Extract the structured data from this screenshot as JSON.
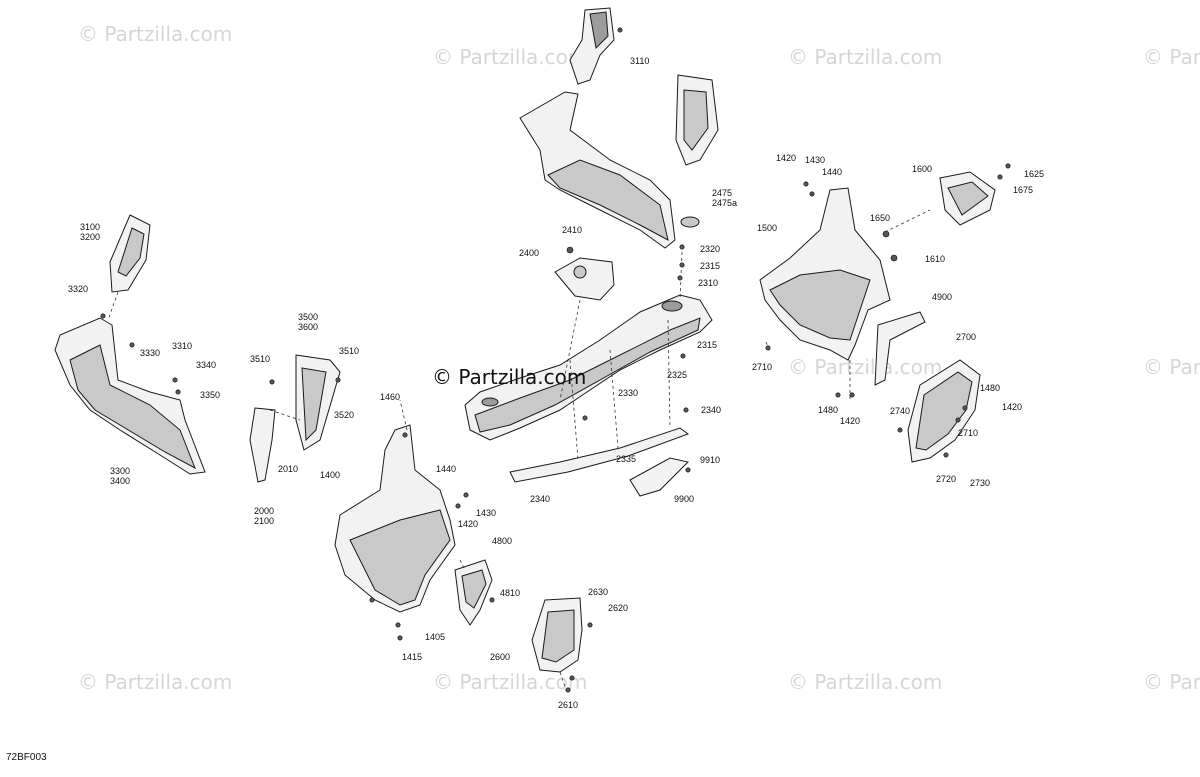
{
  "watermark": {
    "text": "© Partzilla.com",
    "center_text": "© Partzilla.com"
  },
  "diagram_code": "72BF003",
  "callouts": [
    {
      "id": "c3110",
      "text": "3110"
    },
    {
      "id": "c3100",
      "text": "3100\n3200"
    },
    {
      "id": "c3320",
      "text": "3320"
    },
    {
      "id": "c3330",
      "text": "3330"
    },
    {
      "id": "c3310",
      "text": "3310"
    },
    {
      "id": "c3340",
      "text": "3340"
    },
    {
      "id": "c3350",
      "text": "3350"
    },
    {
      "id": "c3300",
      "text": "3300\n3400"
    },
    {
      "id": "c3500",
      "text": "3500\n3600"
    },
    {
      "id": "c3510a",
      "text": "3510"
    },
    {
      "id": "c3510b",
      "text": "3510"
    },
    {
      "id": "c3520",
      "text": "3520"
    },
    {
      "id": "c2010",
      "text": "2010"
    },
    {
      "id": "c2000",
      "text": "2000\n2100"
    },
    {
      "id": "c1460",
      "text": "1460"
    },
    {
      "id": "c1400",
      "text": "1400"
    },
    {
      "id": "c1440b",
      "text": "1440"
    },
    {
      "id": "c1430b",
      "text": "1430"
    },
    {
      "id": "c1420b",
      "text": "1420"
    },
    {
      "id": "c1405",
      "text": "1405"
    },
    {
      "id": "c1415",
      "text": "1415"
    },
    {
      "id": "c4800",
      "text": "4800"
    },
    {
      "id": "c4810",
      "text": "4810"
    },
    {
      "id": "c2630",
      "text": "2630"
    },
    {
      "id": "c2620",
      "text": "2620"
    },
    {
      "id": "c2600",
      "text": "2600"
    },
    {
      "id": "c2610",
      "text": "2610"
    },
    {
      "id": "c2410",
      "text": "2410"
    },
    {
      "id": "c2400",
      "text": "2400"
    },
    {
      "id": "c2475",
      "text": "2475\n2475a"
    },
    {
      "id": "c2320",
      "text": "2320"
    },
    {
      "id": "c2315a",
      "text": "2315"
    },
    {
      "id": "c2310",
      "text": "2310"
    },
    {
      "id": "c2315b",
      "text": "2315"
    },
    {
      "id": "c2325",
      "text": "2325"
    },
    {
      "id": "c2330",
      "text": "2330"
    },
    {
      "id": "c2340a",
      "text": "2340"
    },
    {
      "id": "c2335",
      "text": "2335"
    },
    {
      "id": "c2340b",
      "text": "2340"
    },
    {
      "id": "c9910",
      "text": "9910"
    },
    {
      "id": "c9900",
      "text": "9900"
    },
    {
      "id": "c1420a",
      "text": "1420"
    },
    {
      "id": "c1430a",
      "text": "1430"
    },
    {
      "id": "c1440a",
      "text": "1440"
    },
    {
      "id": "c1500",
      "text": "1500"
    },
    {
      "id": "c1600",
      "text": "1600"
    },
    {
      "id": "c1625",
      "text": "1625"
    },
    {
      "id": "c1675",
      "text": "1675"
    },
    {
      "id": "c1650",
      "text": "1650"
    },
    {
      "id": "c1610",
      "text": "1610"
    },
    {
      "id": "c4900",
      "text": "4900"
    },
    {
      "id": "c2710a",
      "text": "2710"
    },
    {
      "id": "c2700",
      "text": "2700"
    },
    {
      "id": "c1480a",
      "text": "1480"
    },
    {
      "id": "c1420c",
      "text": "1420"
    },
    {
      "id": "c1480b",
      "text": "1480"
    },
    {
      "id": "c1420d",
      "text": "1420"
    },
    {
      "id": "c2740",
      "text": "2740"
    },
    {
      "id": "c2710b",
      "text": "2710"
    },
    {
      "id": "c2720",
      "text": "2720"
    },
    {
      "id": "c2730",
      "text": "2730"
    }
  ]
}
